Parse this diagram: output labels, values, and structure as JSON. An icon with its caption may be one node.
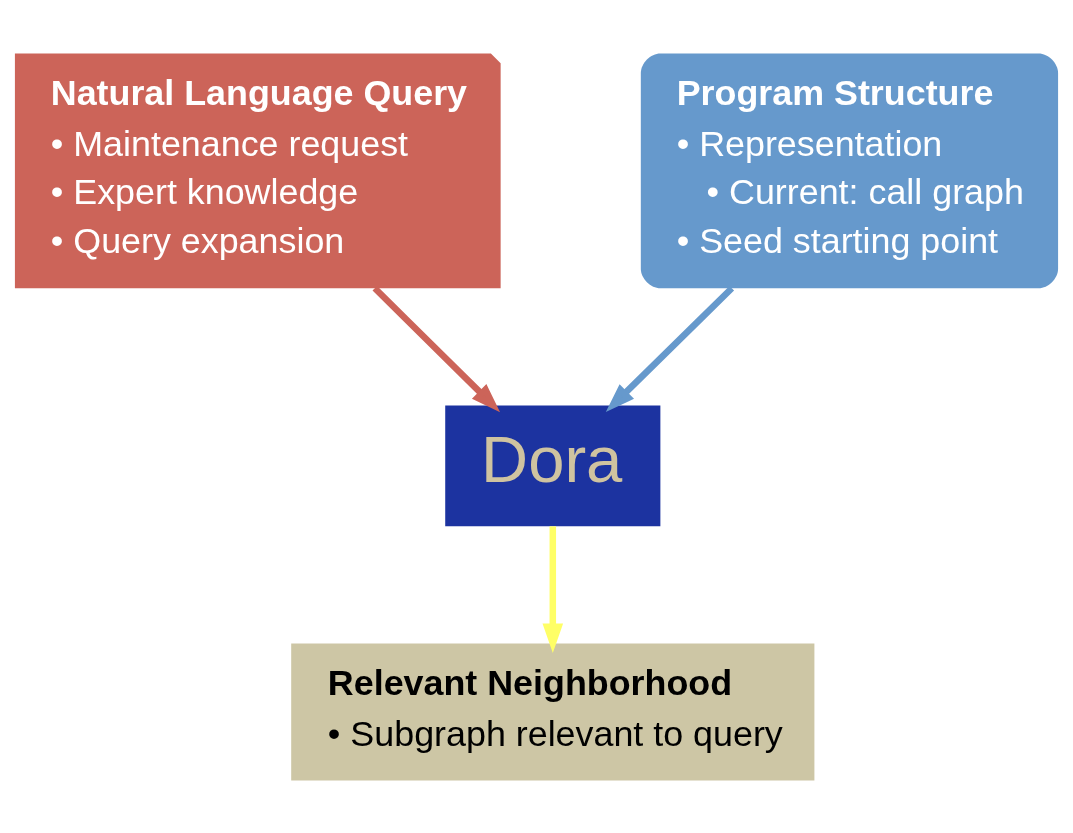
{
  "diagram": {
    "nodes": [
      {
        "text": [
          "Natural Language Query",
          "• Maintenance request",
          "• Expert knowledge",
          "• Query expansion"
        ]
      },
      {
        "text": [
          "Program Structure",
          "• Representation",
          "• Current: call graph",
          "• Seed starting point"
        ]
      },
      {
        "text": [
          "Dora"
        ]
      },
      {
        "text": [
          "Relevant Neighborhood",
          "• Subgraph relevant to query"
        ]
      }
    ],
    "edges": [
      {
        "from": 0,
        "to": 2,
        "arrow": "to",
        "color": "#cc6459"
      },
      {
        "from": 1,
        "to": 2,
        "arrow": "to",
        "color": "#6699cc"
      },
      {
        "from": 2,
        "to": 3,
        "arrow": "to",
        "color": "#ffff66"
      }
    ]
  }
}
